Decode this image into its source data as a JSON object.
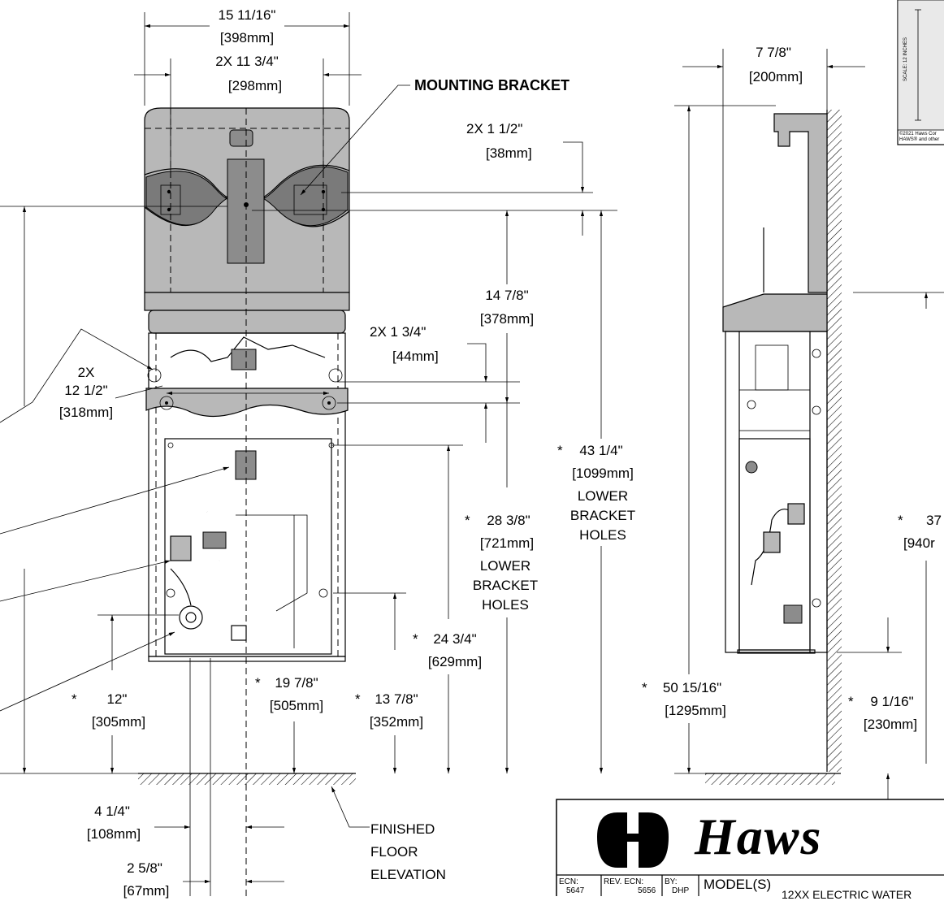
{
  "front_view": {
    "overall_width": "15 11/16\"",
    "overall_width_mm": "[398mm]",
    "bracket_holes_width": "2X  11 3/4\"",
    "bracket_holes_width_mm": "[298mm]",
    "mounting_bracket_label": "MOUNTING BRACKET",
    "bracket_offset": "2X  1 1/2\"",
    "bracket_offset_mm": "[38mm]",
    "upper_to_lower_bracket": "14 7/8\"",
    "upper_to_lower_bracket_mm": "[378mm]",
    "lower_bracket_offset": "2X  1 3/4\"",
    "lower_bracket_offset_mm": "[44mm]",
    "lower_holes_width_prefix": "2X",
    "lower_holes_width": "12 1/2\"",
    "lower_holes_width_mm": "[318mm]",
    "lower_bracket_height_star": "*",
    "lower_bracket_height": "43 1/4\"",
    "lower_bracket_height_mm": "[1099mm]",
    "lower_bracket_height_note": [
      "LOWER",
      "BRACKET",
      "HOLES"
    ],
    "lower_holes_height_star": "*",
    "lower_holes_height": "28 3/8\"",
    "lower_holes_height_mm": "[721mm]",
    "lower_holes_height_note": [
      "LOWER",
      "BRACKET",
      "HOLES"
    ],
    "dim_24": "24 3/4\"",
    "dim_24_mm": "[629mm]",
    "dim_24_star": "*",
    "dim_19": "19 7/8\"",
    "dim_19_mm": "[505mm]",
    "dim_19_star": "*",
    "dim_13": "13 7/8\"",
    "dim_13_mm": "[352mm]",
    "dim_13_star": "*",
    "dim_12": "12\"",
    "dim_12_mm": "[305mm]",
    "dim_12_star": "*",
    "dim_4": "4 1/4\"",
    "dim_4_mm": "[108mm]",
    "dim_2": "2 5/8\"",
    "dim_2_mm": "[67mm]",
    "floor_label": [
      "FINISHED",
      "FLOOR",
      "ELEVATION"
    ]
  },
  "side_view": {
    "depth": "7 7/8\"",
    "depth_mm": "[200mm]",
    "overall_height_star": "*",
    "overall_height": "50 15/16\"",
    "overall_height_mm": "[1295mm]",
    "dim_9": "9 1/16\"",
    "dim_9_mm": "[230mm]",
    "dim_9_star": "*",
    "dim_37_star": "*",
    "dim_37": "37",
    "dim_37_mm": "[940r"
  },
  "inset": {
    "scale_text": "SCALE: 12 INCHES",
    "copyright_1": "©2021  Haws Cor",
    "copyright_2": "HAWS® and other"
  },
  "title_block": {
    "brand": "Haws",
    "ecn_label": "ECN:",
    "ecn_value": "5647",
    "rev_ecn_label": "REV. ECN:",
    "rev_ecn_value": "5656",
    "by_label": "BY:",
    "by_value": "DHP",
    "models_label": "MODEL(S)",
    "model_desc": "12XX ELECTRIC WATER"
  }
}
